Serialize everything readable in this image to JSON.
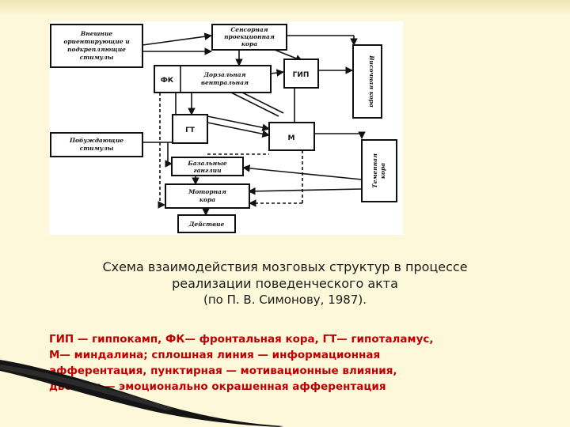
{
  "diagram": {
    "boxes": {
      "external_stimuli": [
        "Внешние",
        "ориентирующие и",
        "подкрепляющие",
        "стимулы"
      ],
      "sensory_cortex": [
        "Сенсорная",
        "проекционная",
        "кора"
      ],
      "fk": "ФК",
      "dorsal_ventral": [
        "Дорзальная",
        "вентральная"
      ],
      "gip": "ГИП",
      "temporal_cortex": "Височная кора",
      "gt": "ГТ",
      "m": "М",
      "motivating_stimuli": [
        "Побуждающие",
        "стимулы"
      ],
      "basal_ganglia": [
        "Базальные",
        "ганглии"
      ],
      "parietal_cortex": [
        "Теменная",
        "кора"
      ],
      "motor_cortex": [
        "Моторная",
        "кора"
      ],
      "action": "Действие"
    }
  },
  "caption": {
    "line1": "Схема взаимодействия мозговых структур в процессе",
    "line2": "реализации поведенческого акта",
    "line3": "(по П. В. Симонову, 1987)."
  },
  "legend": {
    "line1": "ГИП — гиппокамп, ФК— фронтальная кора, ГТ— гипоталамус,",
    "line2": "М— миндалина; сплошная линия — информационная",
    "line3": "афферентация, пунктирная — мотивационные влияния,",
    "line4": "двойная — эмоционально окрашенная афферентация"
  },
  "colors": {
    "background": "#fdf8d9",
    "legend_text": "#c00000",
    "caption_text": "#1a1a1a"
  }
}
